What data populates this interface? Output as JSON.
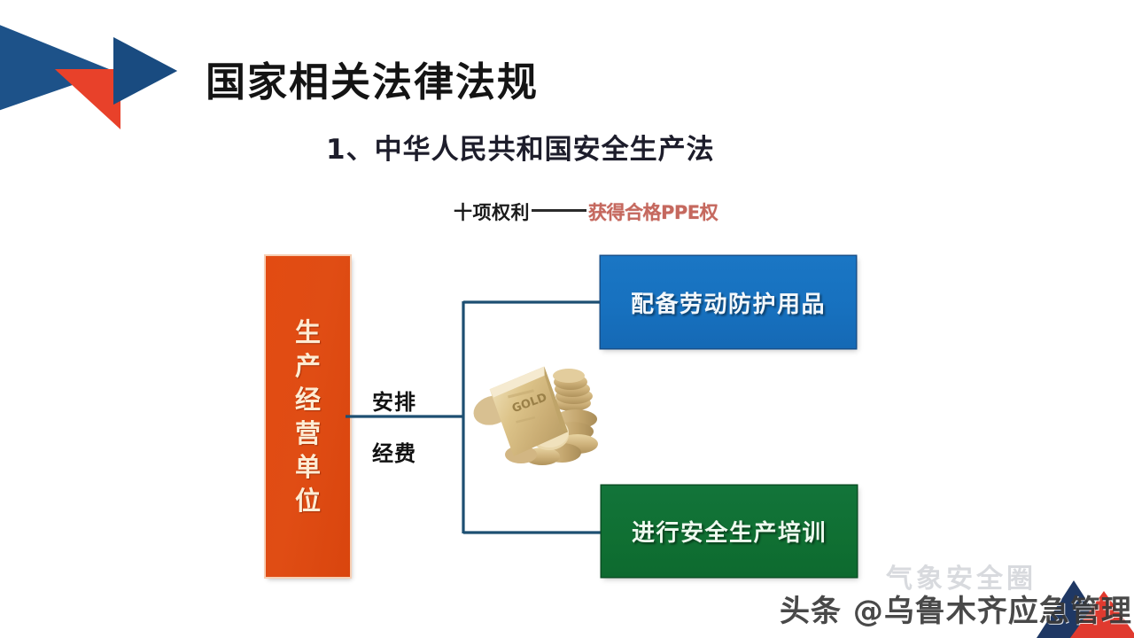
{
  "slide": {
    "background_color": "#ffffff",
    "title": "国家相关法律法规",
    "subtitle": "1、中华人民共和国安全生产法",
    "rights": {
      "prefix": "十项权利",
      "dash": "——",
      "highlight": "获得合格PPE权",
      "highlight_color": "#c5685e"
    }
  },
  "diagram": {
    "source_node": {
      "label": "生产经营单位",
      "characters": [
        "生",
        "产",
        "经",
        "营",
        "单",
        "位"
      ],
      "fill_color": "#e04d14",
      "text_color": "#fdecd4"
    },
    "connector_labels": {
      "top": "安排",
      "bottom": "经费"
    },
    "connector_color": "#1d4f72",
    "center_image": {
      "name": "gold-bars-and-coins",
      "engraved_text": "GOLD"
    },
    "targets": [
      {
        "label": "配备劳动防护用品",
        "fill_color": "#1771bf",
        "text_color": "#f2f7fb"
      },
      {
        "label": "进行安全生产培训",
        "fill_color": "#107033",
        "text_color": "#eefaef"
      }
    ]
  },
  "decorations": {
    "top_left": {
      "name": "chevron-arrow-decoration",
      "colors": [
        "#1d5289",
        "#194b80",
        "#e8412a"
      ]
    },
    "bottom_right": {
      "name": "chevron-arrow-decoration",
      "colors": [
        "#1f3864",
        "#e03a2f"
      ]
    }
  },
  "watermarks": {
    "main": "头条 @乌鲁木齐应急管理",
    "faint": "气象安全圈"
  }
}
